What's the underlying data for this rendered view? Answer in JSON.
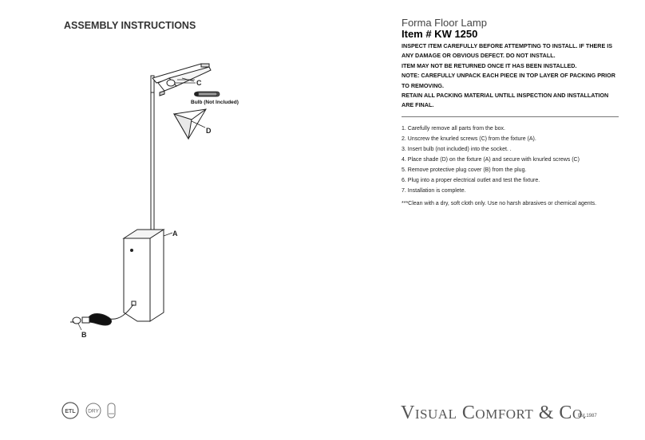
{
  "header": {
    "title": "ASSEMBLY INSTRUCTIONS"
  },
  "product": {
    "name": "Forma Floor Lamp",
    "item_number": "Item # KW 1250"
  },
  "warnings": {
    "line1": "INSPECT ITEM CAREFULLY BEFORE ATTEMPTING TO INSTALL. IF THERE IS ANY DAMAGE OR OBVIOUS DEFECT. DO NOT INSTALL.",
    "line2": "ITEM MAY NOT BE RETURNED ONCE IT HAS BEEN INSTALLED.",
    "line3": "NOTE: CAREFULLY UNPACK EACH PIECE IN TOP LAYER OF PACKING PRIOR TO REMOVING.",
    "line4": "RETAIN ALL PACKING MATERIAL UNTILL INSPECTION AND INSTALLATION ARE FINAL."
  },
  "steps": [
    "1.  Carefully remove all parts from the box.",
    "2.  Unscrew the knurled screws (C) from the fixture (A).",
    "3.  Insert bulb (not included) into the socket.  .",
    "4.  Place shade (D) on the fixture (A) and secure with knurled screws (C)",
    "5.  Remove protective plug cover (B) from the plug.",
    "6.  Plug into a proper electrical outlet and test the fixture.",
    "7.  Installation is complete."
  ],
  "care_note": "***Clean with a dry, soft cloth only. Use no harsh abrasives or chemical agents.",
  "diagram": {
    "label_a": "A",
    "label_b": "B",
    "label_c": "C",
    "label_d": "D",
    "bulb_label": "Bulb (Not Included)"
  },
  "footer": {
    "brand_v": "V",
    "brand_isual": "ISUAL",
    "brand_c": "C",
    "brand_omfort": "OMFORT",
    "brand_amp": "&",
    "brand_co_c": "C",
    "brand_co_o": "O.",
    "established": "Est.1987",
    "cert_dry": "DRY",
    "cert_etl": "ETL"
  }
}
